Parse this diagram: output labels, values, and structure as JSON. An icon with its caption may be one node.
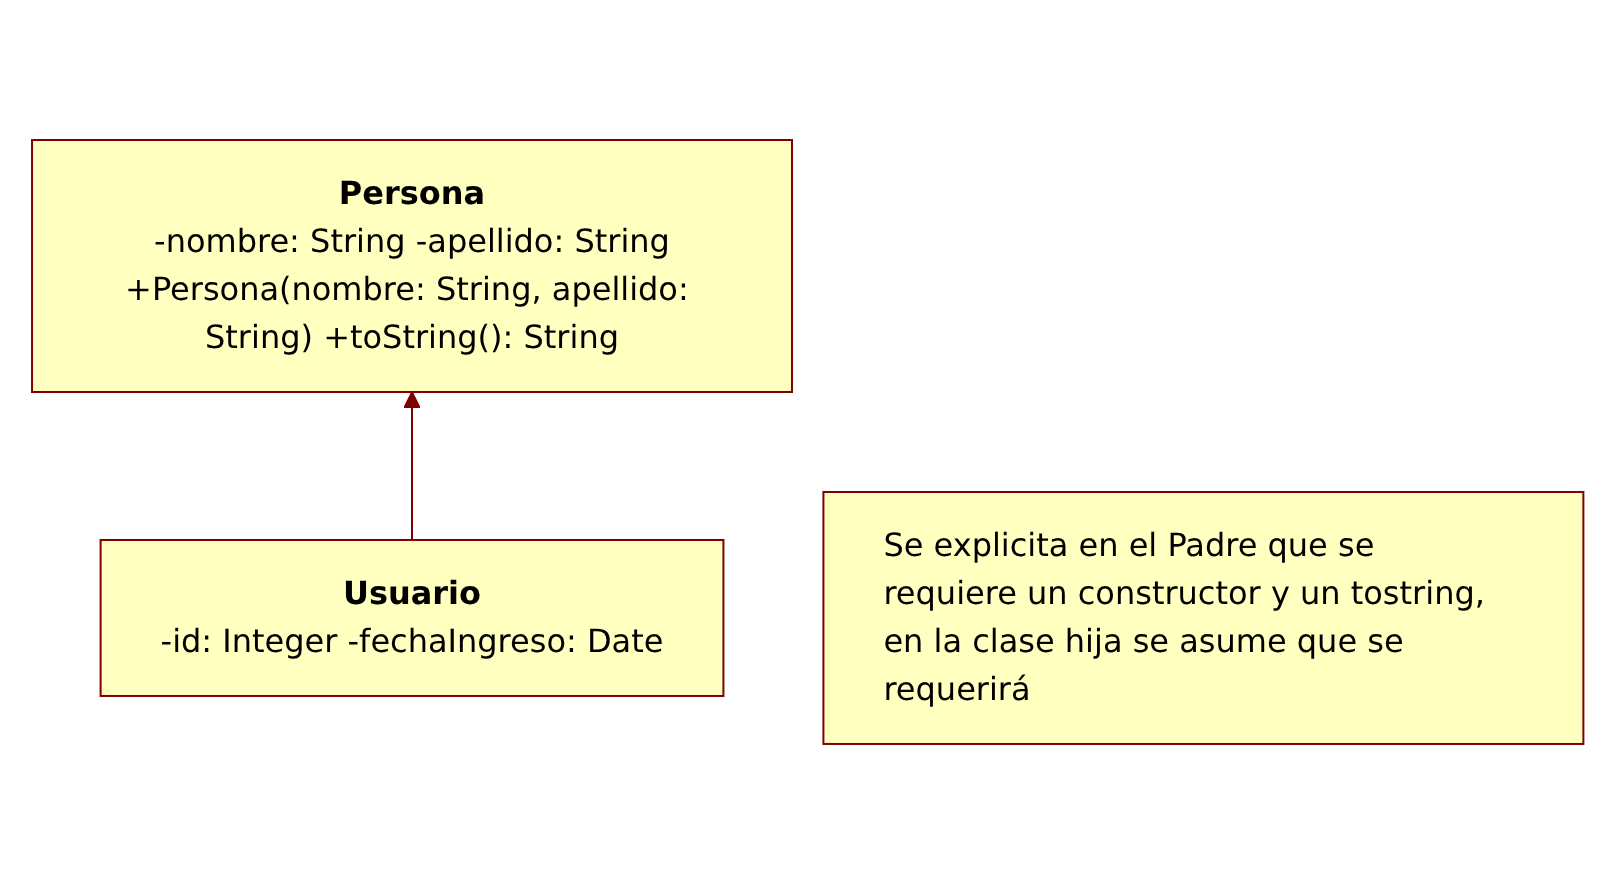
{
  "diagram": {
    "nodes": [
      {
        "text": [
          "Persona",
          "-nombre: String -apellido: String",
          "+Persona(nombre: String, apellido: String) +toString(): String"
        ]
      },
      {
        "text": [
          "Usuario",
          "-id: Integer -fechaIngreso: Date"
        ]
      },
      {
        "text": [
          "Se explicita en el Padre que se requiere un constructor y un tostring, en la clase hija se asume que se requerirá"
        ]
      }
    ],
    "edges": [
      {
        "from": 1,
        "to": 0,
        "arrow": "to"
      }
    ]
  }
}
